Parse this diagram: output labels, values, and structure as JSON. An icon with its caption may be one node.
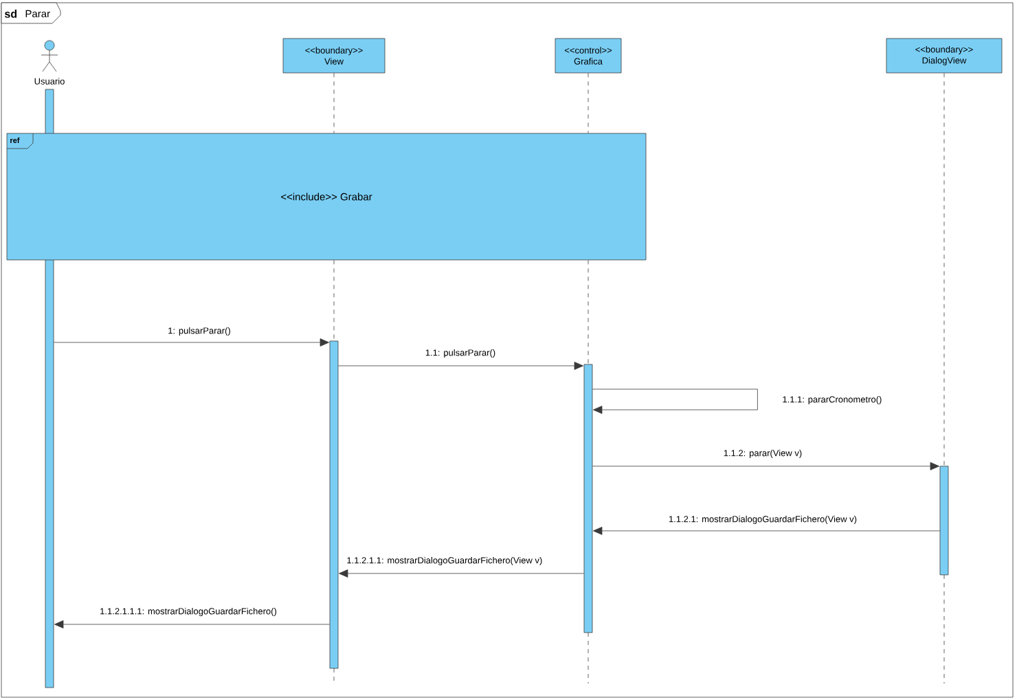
{
  "diagram": {
    "nodes": [
      {
        "text": [
          "sd",
          "Parar"
        ]
      },
      {
        "text": [
          "Usuario"
        ],
        "in": 0
      },
      {
        "text": [
          "<<boundary>>",
          "View"
        ],
        "in": 0
      },
      {
        "text": [
          "<<control>>",
          "Grafica"
        ],
        "in": 0
      },
      {
        "text": [
          "<<boundary>>",
          "DialogView"
        ],
        "in": 0
      },
      {
        "text": [
          "ref",
          "<<include>> Grabar"
        ],
        "in": 0
      },
      {
        "text": [],
        "shape": "bar",
        "in": 0
      },
      {
        "text": [],
        "shape": "bar",
        "in": 0
      },
      {
        "text": [],
        "shape": "bar",
        "in": 0
      },
      {
        "text": [],
        "shape": "bar",
        "in": 0
      }
    ],
    "edges": [
      {
        "from": 2,
        "to": 5,
        "arrow": "none",
        "style": "dashed"
      },
      {
        "from": 5,
        "to": 7,
        "arrow": "none",
        "style": "dashed"
      },
      {
        "from": 3,
        "to": 5,
        "arrow": "none",
        "style": "dashed"
      },
      {
        "from": 5,
        "to": 8,
        "arrow": "none",
        "style": "dashed"
      },
      {
        "from": 4,
        "to": 9,
        "arrow": "none",
        "style": "dashed"
      },
      {
        "from": 6,
        "to": 7,
        "arrow": "to",
        "label": "1: pulsarParar()"
      },
      {
        "from": 7,
        "to": 8,
        "arrow": "to",
        "label": "1.1: pulsarParar()"
      },
      {
        "from": 8,
        "to": 8,
        "arrow": "to",
        "label": "1.1.1: pararCronometro()"
      },
      {
        "from": 8,
        "to": 9,
        "arrow": "to",
        "label": "1.1.2: parar(View v)"
      },
      {
        "from": 9,
        "to": 8,
        "arrow": "to",
        "label": "1.1.2.1: mostrarDialogoGuardarFichero(View v)"
      },
      {
        "from": 8,
        "to": 7,
        "arrow": "to",
        "label": "1.1.2.1.1: mostrarDialogoGuardarFichero(View v)"
      },
      {
        "from": 7,
        "to": 6,
        "arrow": "to",
        "label": "1.1.2.1.1.1: mostrarDialogoGuardarFichero()"
      }
    ]
  }
}
